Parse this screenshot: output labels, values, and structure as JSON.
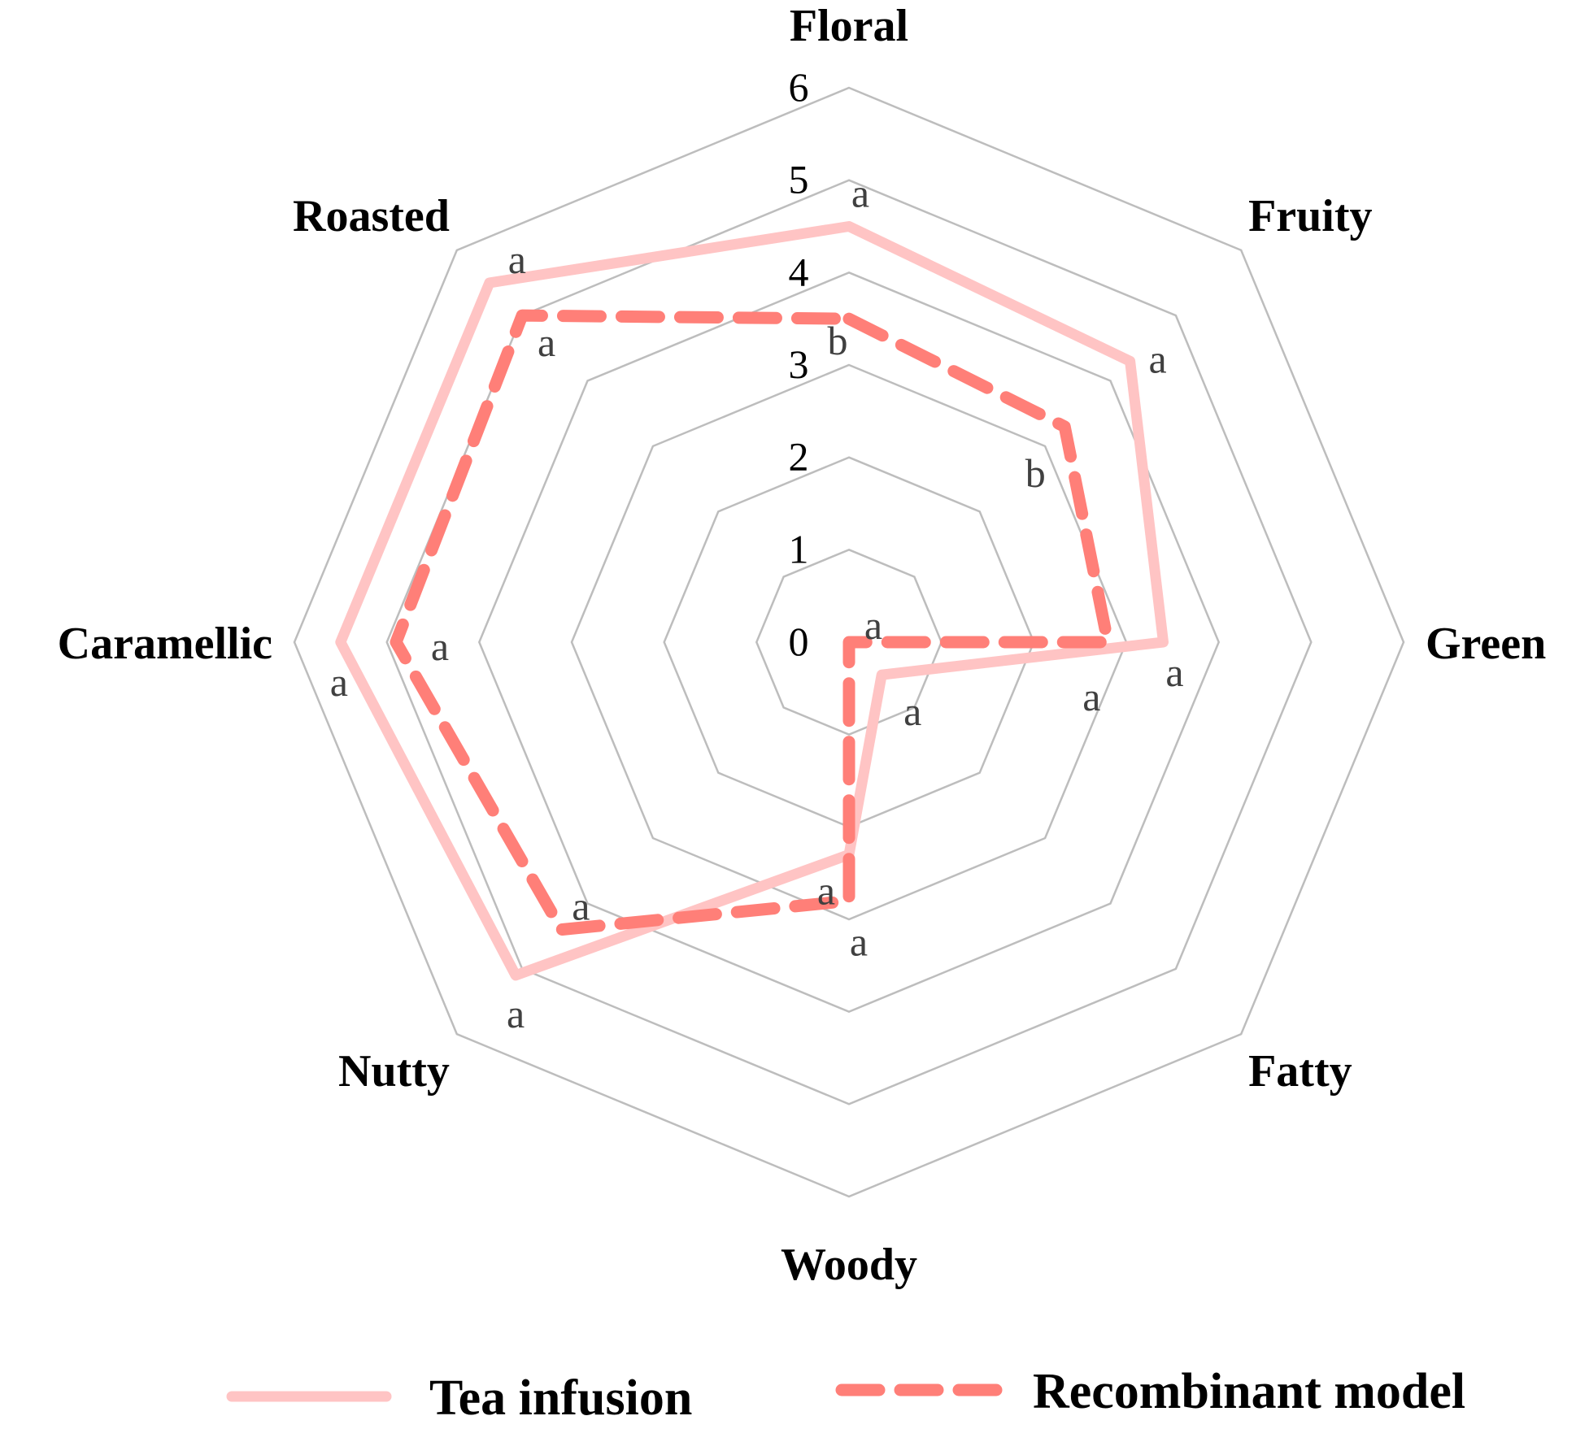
{
  "chart_data": {
    "type": "radar",
    "axes": [
      "Floral",
      "Fruity",
      "Green",
      "Fatty",
      "Woody",
      "Nutty",
      "Caramellic",
      "Roasted"
    ],
    "rlim": [
      0,
      6
    ],
    "ticks": [
      "0",
      "1",
      "2",
      "3",
      "4",
      "5",
      "6"
    ],
    "grid": true,
    "series": [
      {
        "name": "Tea infusion",
        "values": [
          4.5,
          4.3,
          3.4,
          0.5,
          2.3,
          5.1,
          5.5,
          5.5
        ],
        "significance": [
          "a",
          "a",
          "a",
          "a",
          "a",
          "a",
          "a",
          "a"
        ],
        "color": "#ffc4c4",
        "style": "solid"
      },
      {
        "name": "Recombinant model",
        "values": [
          3.5,
          3.3,
          2.8,
          0.0,
          2.8,
          4.4,
          4.9,
          5.0
        ],
        "significance": [
          "b",
          "b",
          "a",
          "a",
          "a",
          "a",
          "a",
          "a"
        ],
        "color": "#ff7f78",
        "style": "dashed"
      }
    ],
    "legend": "bottom",
    "gridColor": "#bdbdbd"
  }
}
